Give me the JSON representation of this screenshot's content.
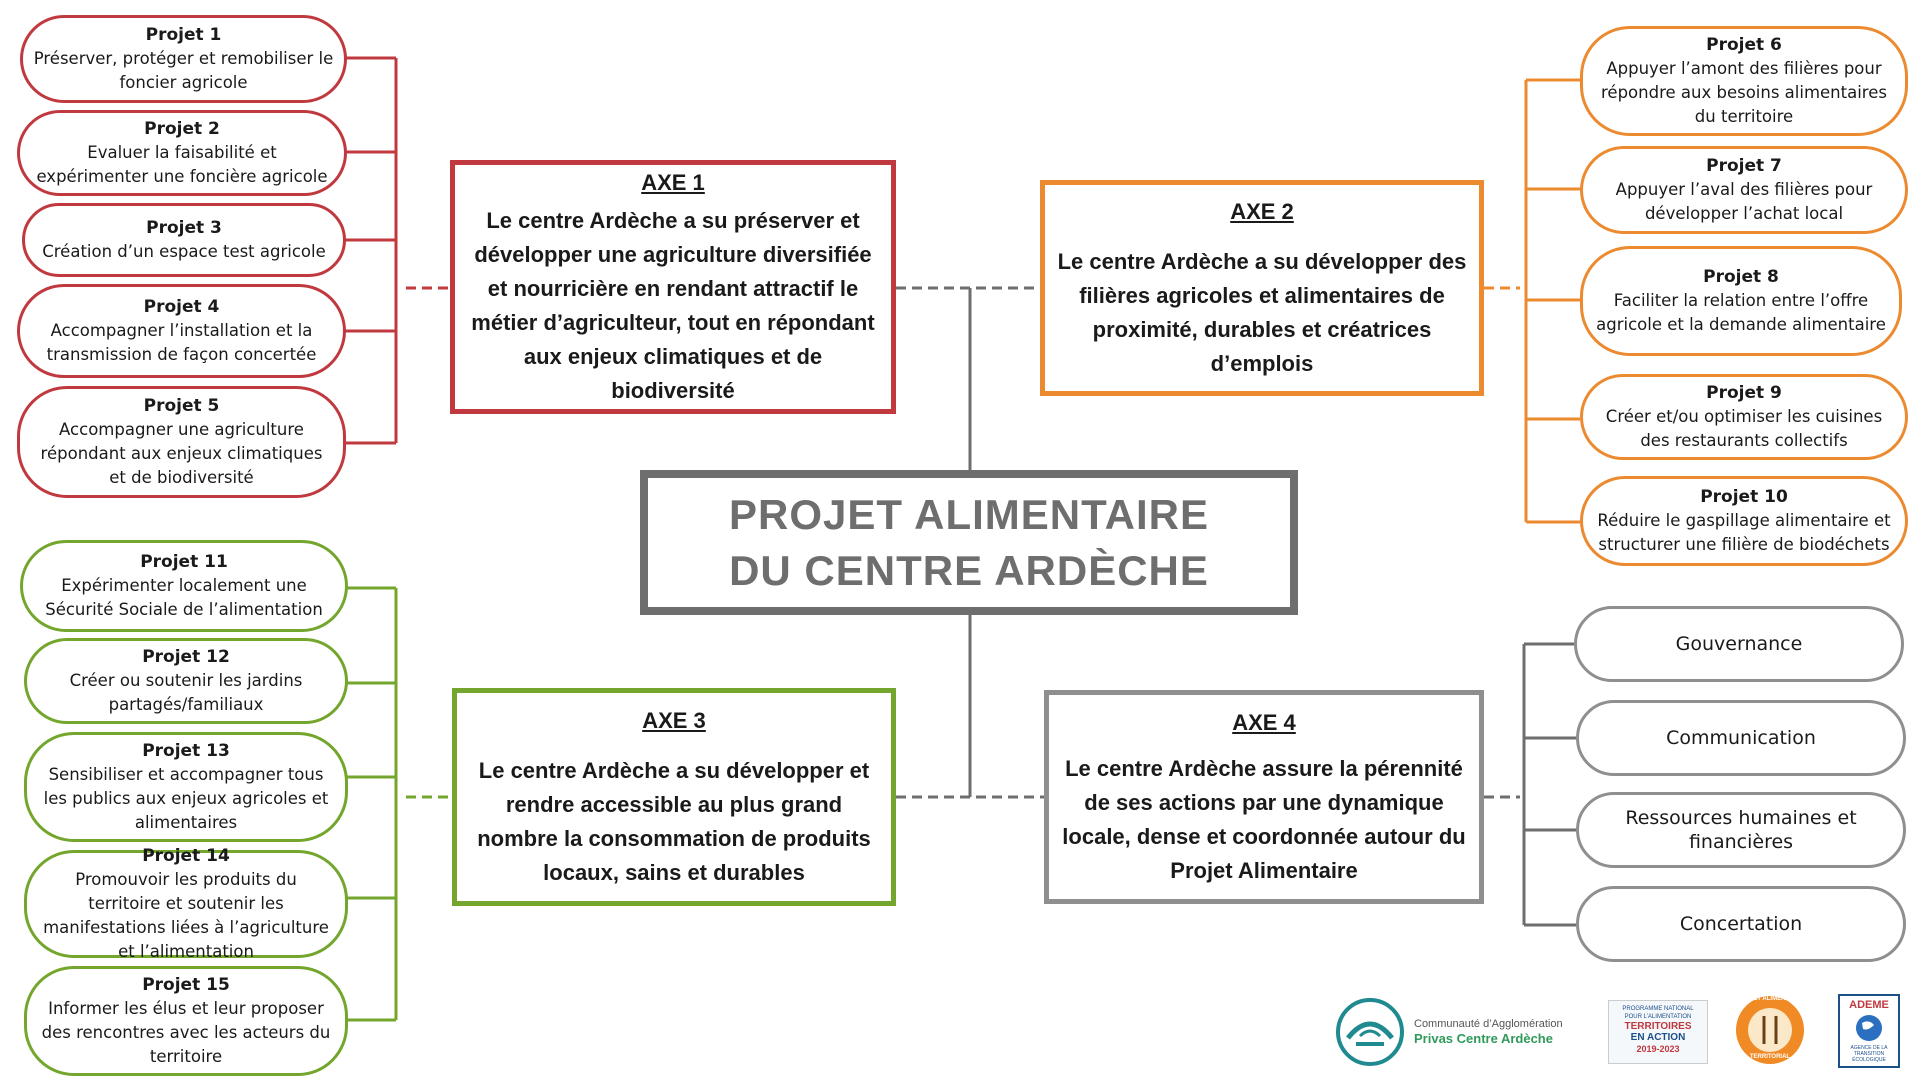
{
  "center": {
    "line1": "PROJET ALIMENTAIRE",
    "line2": "DU CENTRE ARDÈCHE"
  },
  "axes": [
    {
      "title": "AXE 1",
      "text": "Le centre Ardèche a su préserver et développer une agriculture diversifiée et nourricière en rendant attractif le métier d’agriculteur, tout en répondant aux enjeux climatiques et de biodiversité",
      "color": "#c0393f"
    },
    {
      "title": "AXE 2",
      "text": "Le centre Ardèche a su développer des filières agricoles et alimentaires de proximité, durables et créatrices d’emplois",
      "color": "#ec8a2f"
    },
    {
      "title": "AXE 3",
      "text": "Le centre Ardèche a su développer et rendre accessible au plus grand nombre la consommation de produits locaux, sains et durables",
      "color": "#74a62d"
    },
    {
      "title": "AXE 4",
      "text": "Le centre Ardèche assure la pérennité de ses actions par une dynamique locale, dense et coordonnée autour du Projet Alimentaire",
      "color": "#8f8f8f"
    }
  ],
  "projects": [
    {
      "title": "Projet 1",
      "text": "Préserver, protéger et remobiliser le foncier agricole"
    },
    {
      "title": "Projet 2",
      "text": "Evaluer la faisabilité et expérimenter une foncière agricole"
    },
    {
      "title": "Projet 3",
      "text": "Création d’un espace test agricole"
    },
    {
      "title": "Projet 4",
      "text": "Accompagner l’installation et la transmission de façon concertée"
    },
    {
      "title": "Projet 5",
      "text": "Accompagner une agriculture répondant aux enjeux climatiques et de biodiversité"
    },
    {
      "title": "Projet 6",
      "text": "Appuyer l’amont des filières pour répondre aux besoins alimentaires du territoire"
    },
    {
      "title": "Projet 7",
      "text": "Appuyer l’aval des filières pour développer l’achat local"
    },
    {
      "title": "Projet 8",
      "text": "Faciliter la relation entre l’offre agricole et la demande alimentaire"
    },
    {
      "title": "Projet 9",
      "text": "Créer et/ou optimiser les cuisines des restaurants collectifs"
    },
    {
      "title": "Projet 10",
      "text": "Réduire le gaspillage alimentaire et structurer une filière de biodéchets"
    },
    {
      "title": "Projet 11",
      "text": "Expérimenter localement une Sécurité Sociale de l’alimentation"
    },
    {
      "title": "Projet 12",
      "text": "Créer ou soutenir les jardins partagés/familiaux"
    },
    {
      "title": "Projet 13",
      "text": "Sensibiliser et accompagner tous les publics aux enjeux agricoles et alimentaires"
    },
    {
      "title": "Projet 14",
      "text": "Promouvoir les produits du territoire et soutenir les manifestations liées à l’agriculture et l’alimentation"
    },
    {
      "title": "Projet 15",
      "text": "Informer les élus et leur proposer des rencontres avec les acteurs du territoire"
    }
  ],
  "axe4_items": [
    "Gouvernance",
    "Communication",
    "Ressources humaines et financières",
    "Concertation"
  ],
  "logos": {
    "agglo_line1": "Communauté d’Agglomération",
    "agglo_line2": "Privas Centre Ardèche",
    "pnat_line1": "PROGRAMME NATIONAL",
    "pnat_line2": "POUR L’ALIMENTATION",
    "pnat_line3": "TERRITOIRES",
    "pnat_line4": "EN ACTION",
    "pnat_years": "2019-2023",
    "pat_top": "PROJET ALIMENTAIRE",
    "pat_bottom": "TERRITORIAL",
    "ademe_name": "ADEME",
    "ademe_sub": "AGENCE DE LA TRANSITION ÉCOLOGIQUE"
  }
}
